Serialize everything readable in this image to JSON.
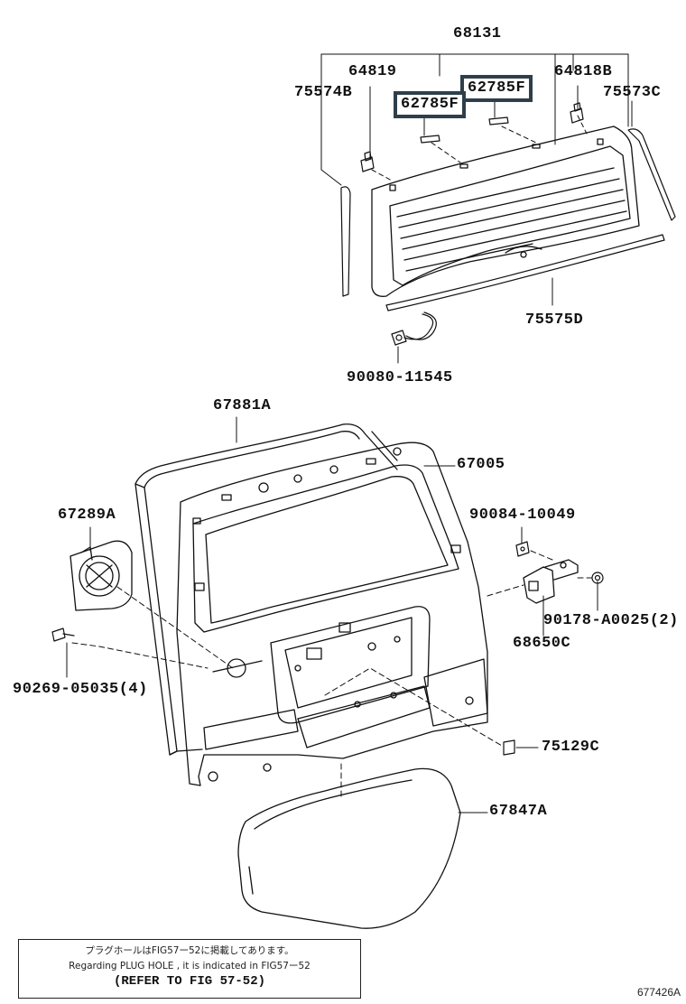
{
  "parts": {
    "p68131": "68131",
    "p64819": "64819",
    "p75574B": "75574B",
    "p62785F_a": "62785F",
    "p62785F_b": "62785F",
    "p64818B": "64818B",
    "p75573C": "75573C",
    "p75575D": "75575D",
    "p90080_11545": "90080-11545",
    "p67881A": "67881A",
    "p67005": "67005",
    "p67289A": "67289A",
    "p90084_10049": "90084-10049",
    "p90178_A0025": "90178-A0025(2)",
    "p68650C": "68650C",
    "p90269_05035": "90269-05035(4)",
    "p75129C": "75129C",
    "p67847A": "67847A"
  },
  "note": {
    "line1": "プラグホールはFIG57ー52に掲載してあります。",
    "line2": "Regarding PLUG HOLE , it is indicated in FIG57ー52",
    "ref": "(REFER TO FIG 57-52)"
  },
  "figure_code": "677426A",
  "colors": {
    "highlight_box": "#2f3f4a",
    "line": "#111111"
  }
}
